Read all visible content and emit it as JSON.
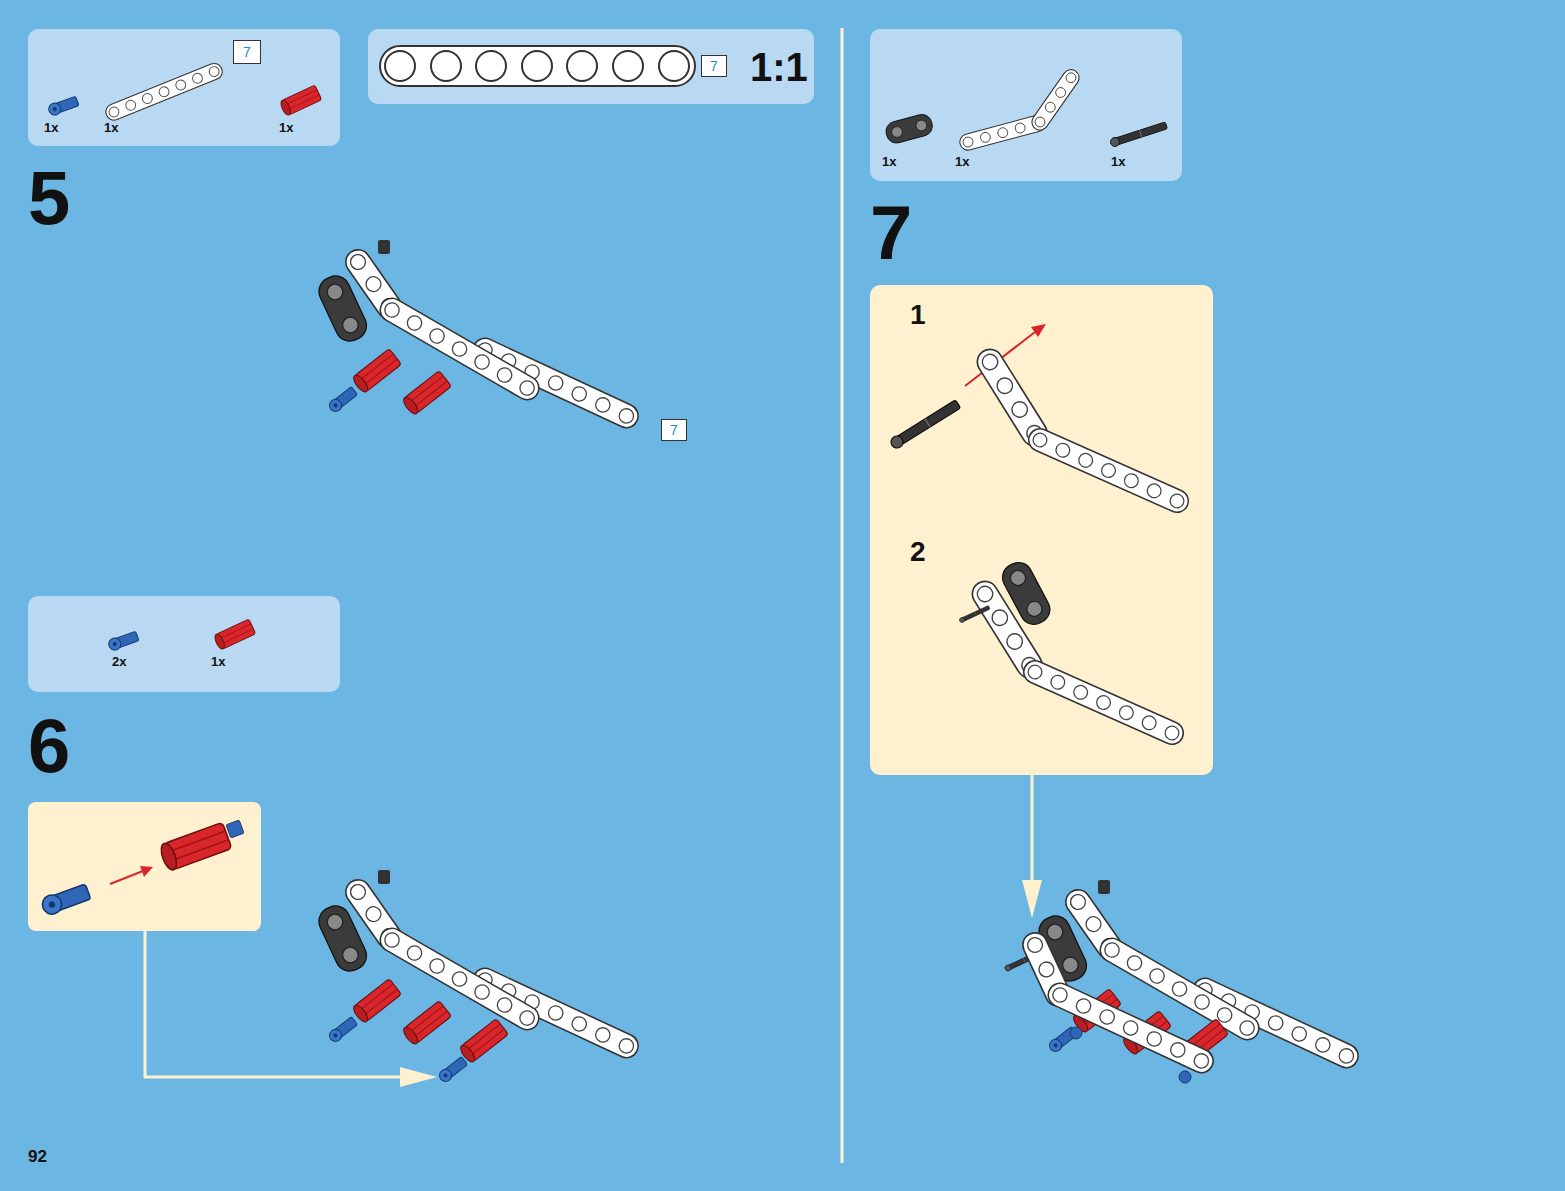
{
  "diagram": {
    "nodes": [
      {
        "text": [
          "1x",
          "1x",
          "1x"
        ]
      },
      {
        "text": [
          "7"
        ],
        "in": 0
      },
      {
        "text": [
          "1:1"
        ]
      },
      {
        "text": [
          "7"
        ],
        "in": 2
      },
      {
        "text": [
          "7"
        ]
      },
      {
        "text": [
          "2x",
          "1x"
        ]
      },
      {
        "text": [
          "1x",
          "1x",
          "1x"
        ]
      },
      {
        "text": [
          "1",
          "2"
        ]
      }
    ],
    "labels": [
      "5",
      "6",
      "7",
      "92"
    ]
  }
}
